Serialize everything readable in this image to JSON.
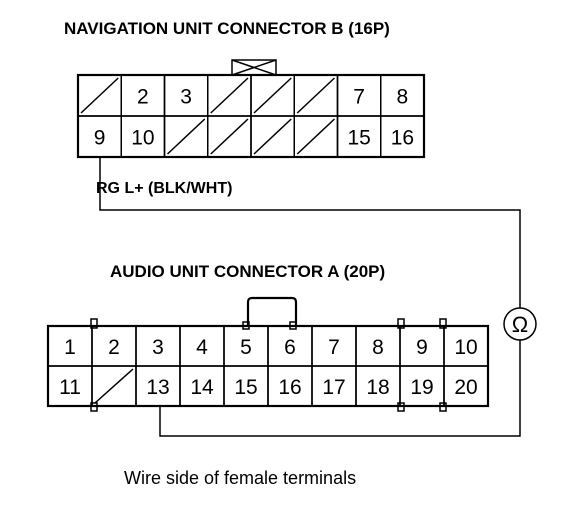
{
  "connector_b": {
    "title": "NAVIGATION UNIT CONNECTOR B (16P)",
    "rows": [
      [
        "",
        "2",
        "3",
        "",
        "",
        "",
        "7",
        "8"
      ],
      [
        "9",
        "10",
        "",
        "",
        "",
        "",
        "15",
        "16"
      ]
    ]
  },
  "connector_a": {
    "title": "AUDIO UNIT CONNECTOR A (20P)",
    "rows": [
      [
        "1",
        "2",
        "3",
        "4",
        "5",
        "6",
        "7",
        "8",
        "9",
        "10"
      ],
      [
        "11",
        "",
        "13",
        "14",
        "15",
        "16",
        "17",
        "18",
        "19",
        "20"
      ]
    ]
  },
  "wire": {
    "label": "RG L+ (BLK/WHT)",
    "meter_symbol": "Ω",
    "from": "B-9",
    "to": "A-13"
  },
  "caption": "Wire side of female terminals"
}
